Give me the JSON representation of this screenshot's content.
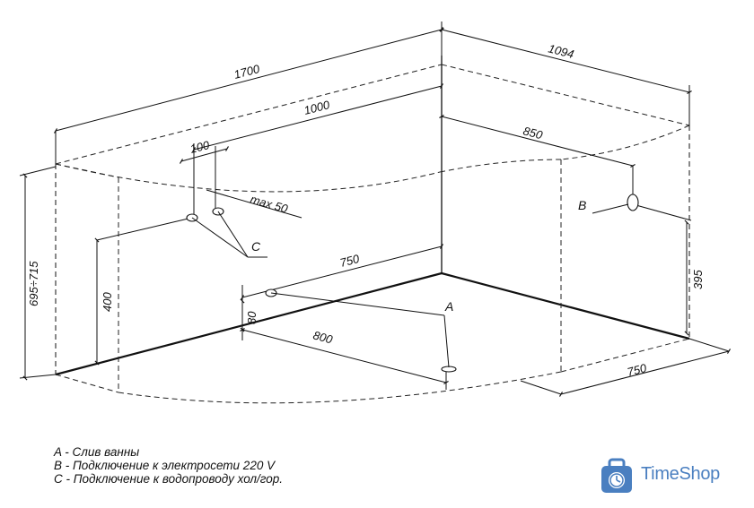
{
  "dimensions": {
    "d1700": "1700",
    "d1094": "1094",
    "d1000": "1000",
    "d850": "850",
    "d100": "100",
    "max50": "max 50",
    "d750_back": "750",
    "d695_715": "695÷715",
    "d400": "400",
    "d80": "80",
    "d800": "800",
    "d395": "395",
    "d750_side": "750"
  },
  "markers": {
    "a": "A",
    "b": "B",
    "c": "C"
  },
  "legend": {
    "a": "A - Слив ванны",
    "b": "B - Подключение к электросети 220 V",
    "c": "C - Подключение к водопроводу хол/гор."
  },
  "brand": {
    "name": "TimeShop",
    "color": "#4a7fc0"
  }
}
